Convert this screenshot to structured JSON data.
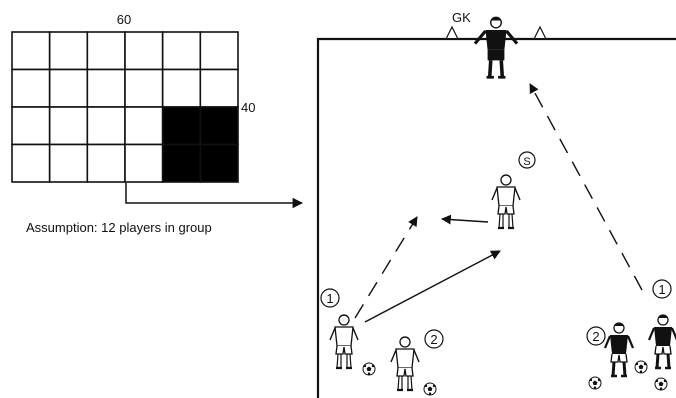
{
  "grid": {
    "top_label": "60",
    "side_label": "40",
    "rows": 4,
    "cols": 6,
    "filled_cells": [
      [
        2,
        4
      ],
      [
        2,
        5
      ],
      [
        3,
        4
      ],
      [
        3,
        5
      ]
    ]
  },
  "assumption_text": "Assumption: 12 players in group",
  "goalkeeper_label": "GK",
  "server_badge": "S",
  "player_badges": {
    "one_left": "1",
    "two_left": "2",
    "two_right": "2",
    "one_right": "1"
  },
  "colors": {
    "ink": "#111111",
    "fill": "#000000",
    "background": "#ffffff"
  }
}
